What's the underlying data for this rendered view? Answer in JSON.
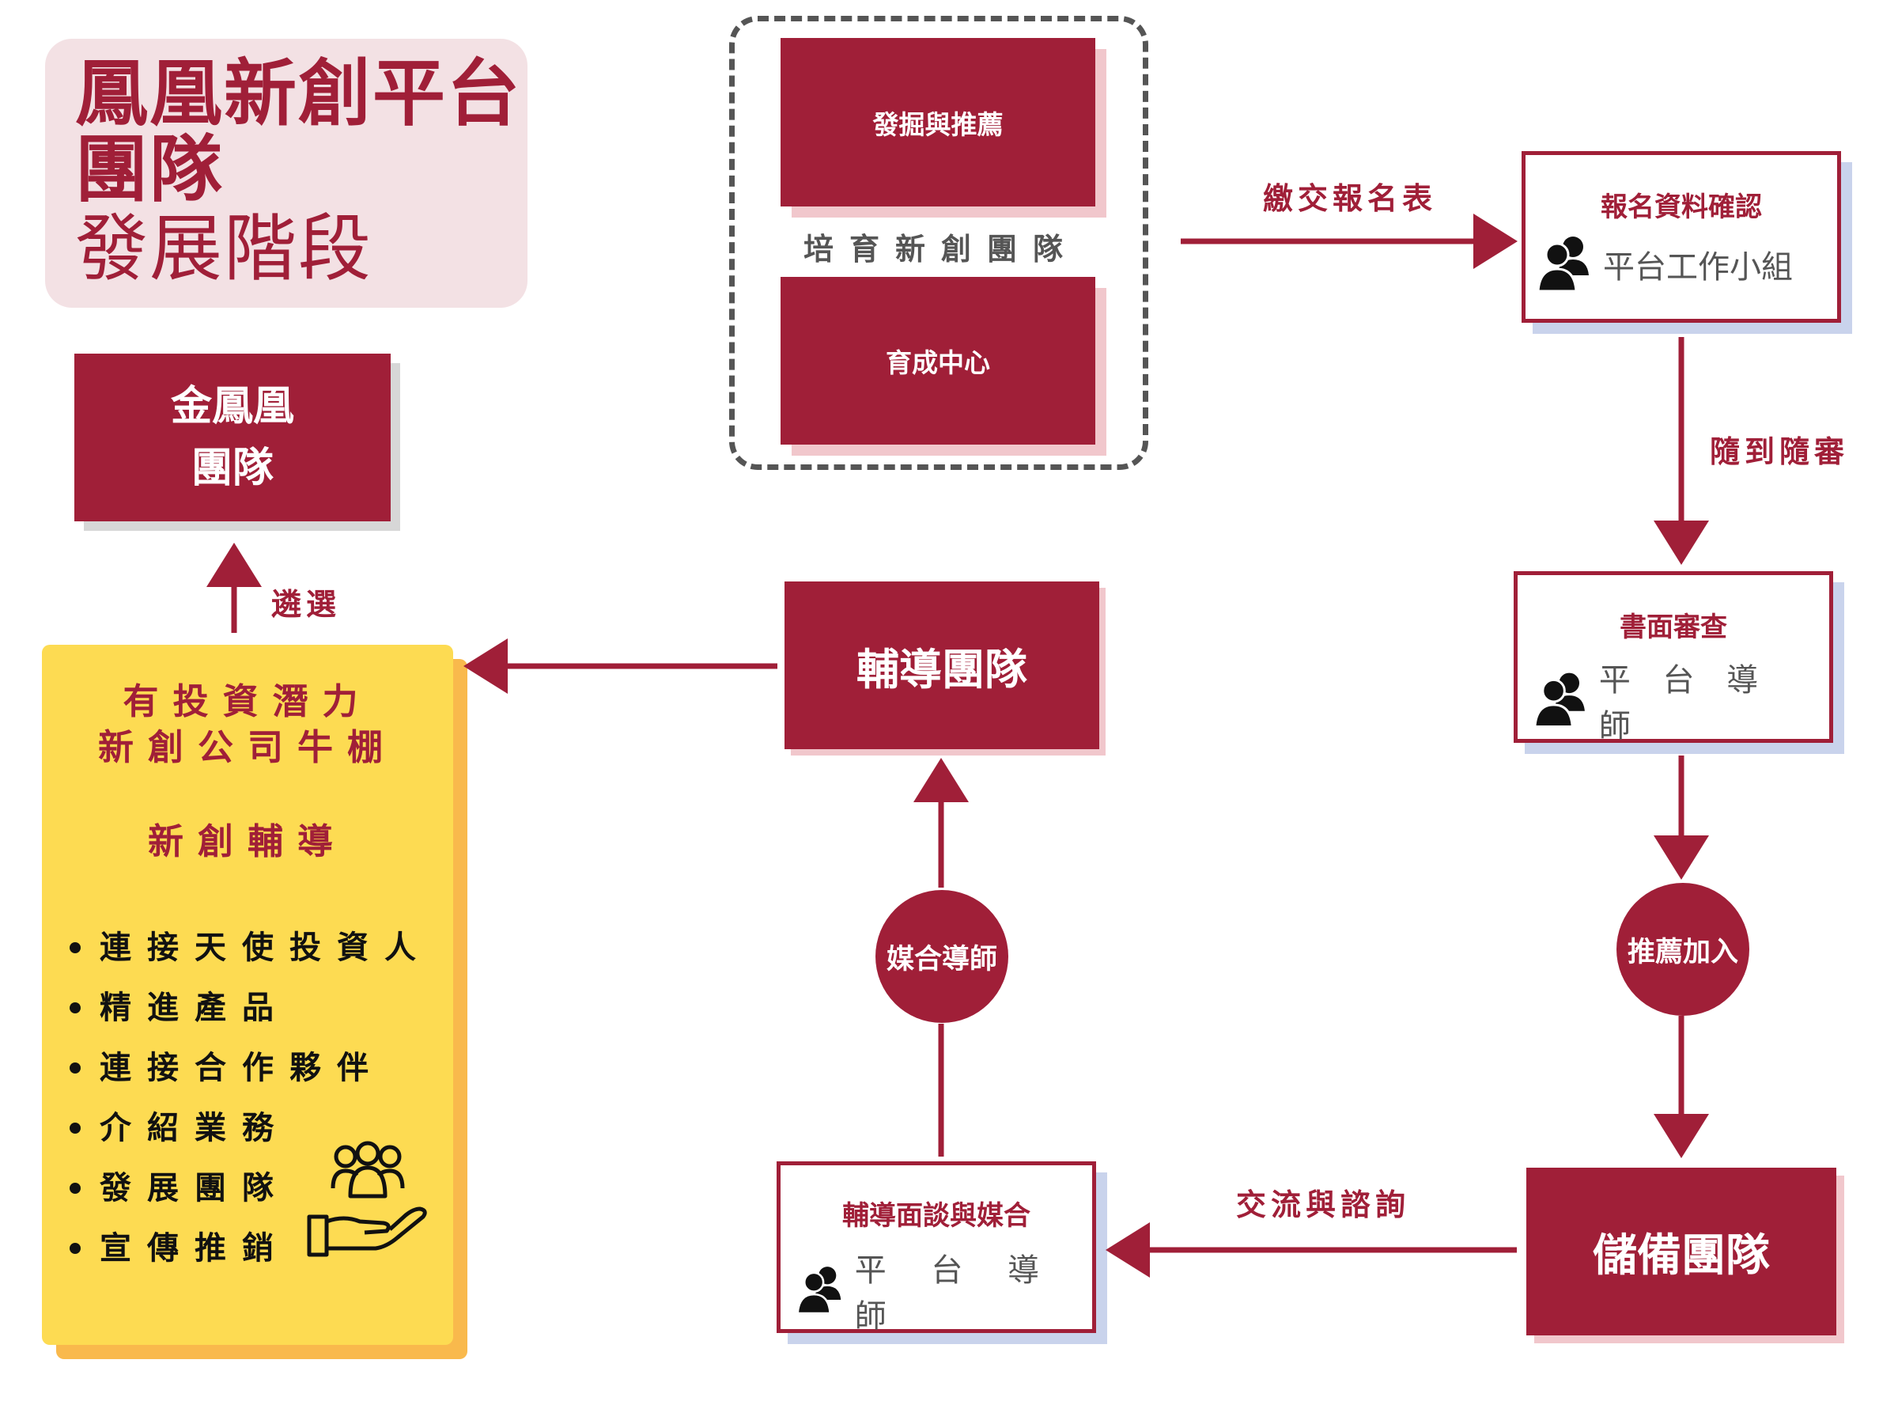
{
  "title": {
    "line1": "鳳凰新創平台",
    "line2": "團隊",
    "line3": "發展階段"
  },
  "gold_team": {
    "line1": "金鳳凰",
    "line2": "團隊"
  },
  "incubation_group": {
    "box1": "發掘與推薦",
    "label": "培育新創團隊",
    "box2": "育成中心"
  },
  "registration": {
    "title": "報名資料確認",
    "role": "平台工作小組"
  },
  "document_review": {
    "title": "書面審查",
    "role": "平 台 導 師"
  },
  "reserve_team": "儲備團隊",
  "interview": {
    "title": "輔導面談與媒合",
    "role": "平 台 導 師"
  },
  "coaching_team": "輔導團隊",
  "circles": {
    "match_mentor": "媒合導師",
    "recommend_join": "推薦加入"
  },
  "arrow_labels": {
    "submit_form": "繳交報名表",
    "rolling_review": "隨到隨審",
    "exchange_consult": "交流與諮詢",
    "selection": "遴選"
  },
  "potential_panel": {
    "head_line1": "有投資潛力",
    "head_line2": "新創公司牛棚",
    "subhead": "新創輔導",
    "items": [
      "連接天使投資人",
      "精進產品",
      "連接合作夥伴",
      "介紹業務",
      "發展團隊",
      "宣傳推銷"
    ]
  },
  "colors": {
    "brand_red": "#a01f38",
    "pink_shadow": "#f1c7cc",
    "blue_shadow": "#c9d3ec",
    "yellow": "#fddb52",
    "title_bg": "#f3e1e4"
  }
}
